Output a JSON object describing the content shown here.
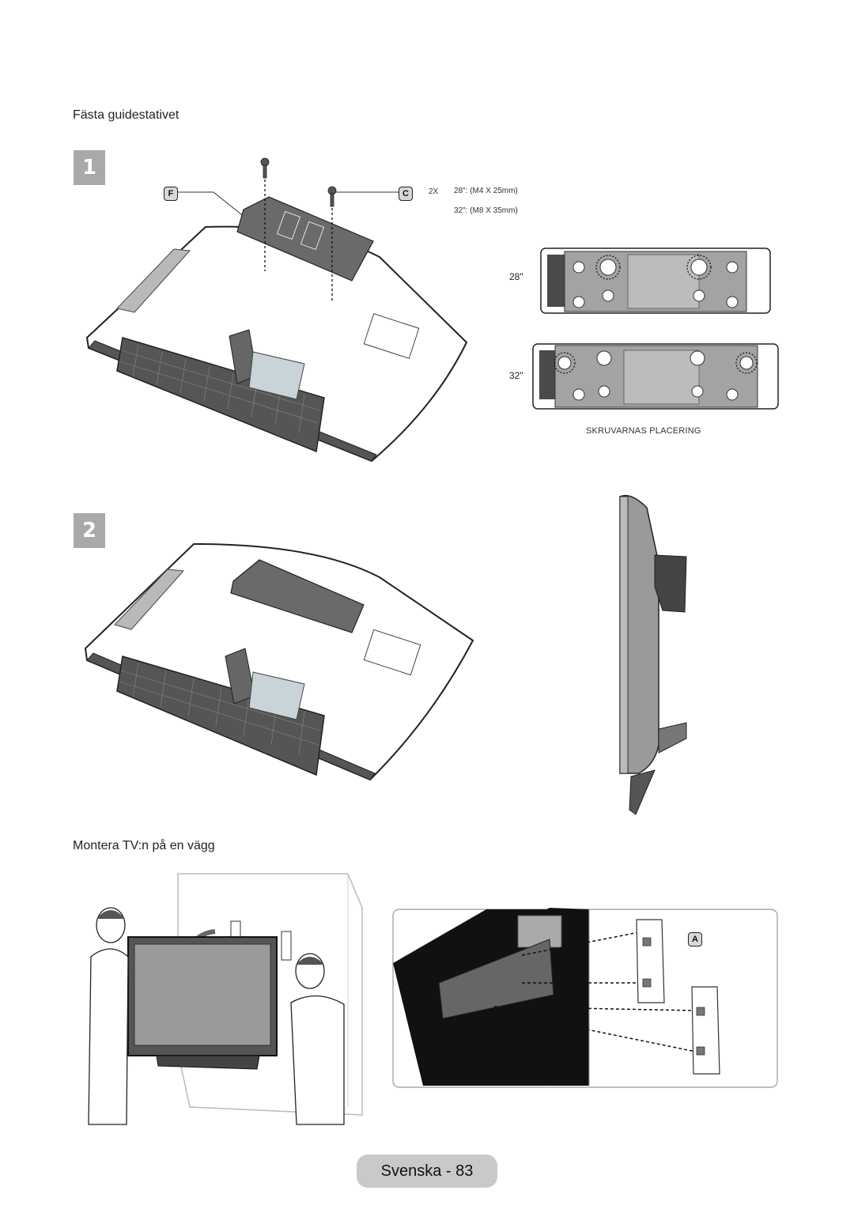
{
  "section1": {
    "title": "Fästa guidestativet"
  },
  "step1": {
    "number": "1"
  },
  "step2": {
    "number": "2"
  },
  "callouts": {
    "f_label": "F",
    "c_label": "C",
    "a_label": "A"
  },
  "screw_spec": {
    "quantity": "2X",
    "line1": "28\": (M4 X 25mm)",
    "line2": "32\": (M8 X 35mm)"
  },
  "screw_placement": {
    "size_28": "28\"",
    "size_32": "32\"",
    "caption": "SKRUVARNAS PLACERING"
  },
  "section2": {
    "title": "Montera TV:n på en vägg"
  },
  "footer": {
    "label": "Svenska - 83"
  },
  "colors": {
    "step_box": "#a9a9a9",
    "footer_pill": "#c9c9c9",
    "panel_dark": "#111111"
  }
}
